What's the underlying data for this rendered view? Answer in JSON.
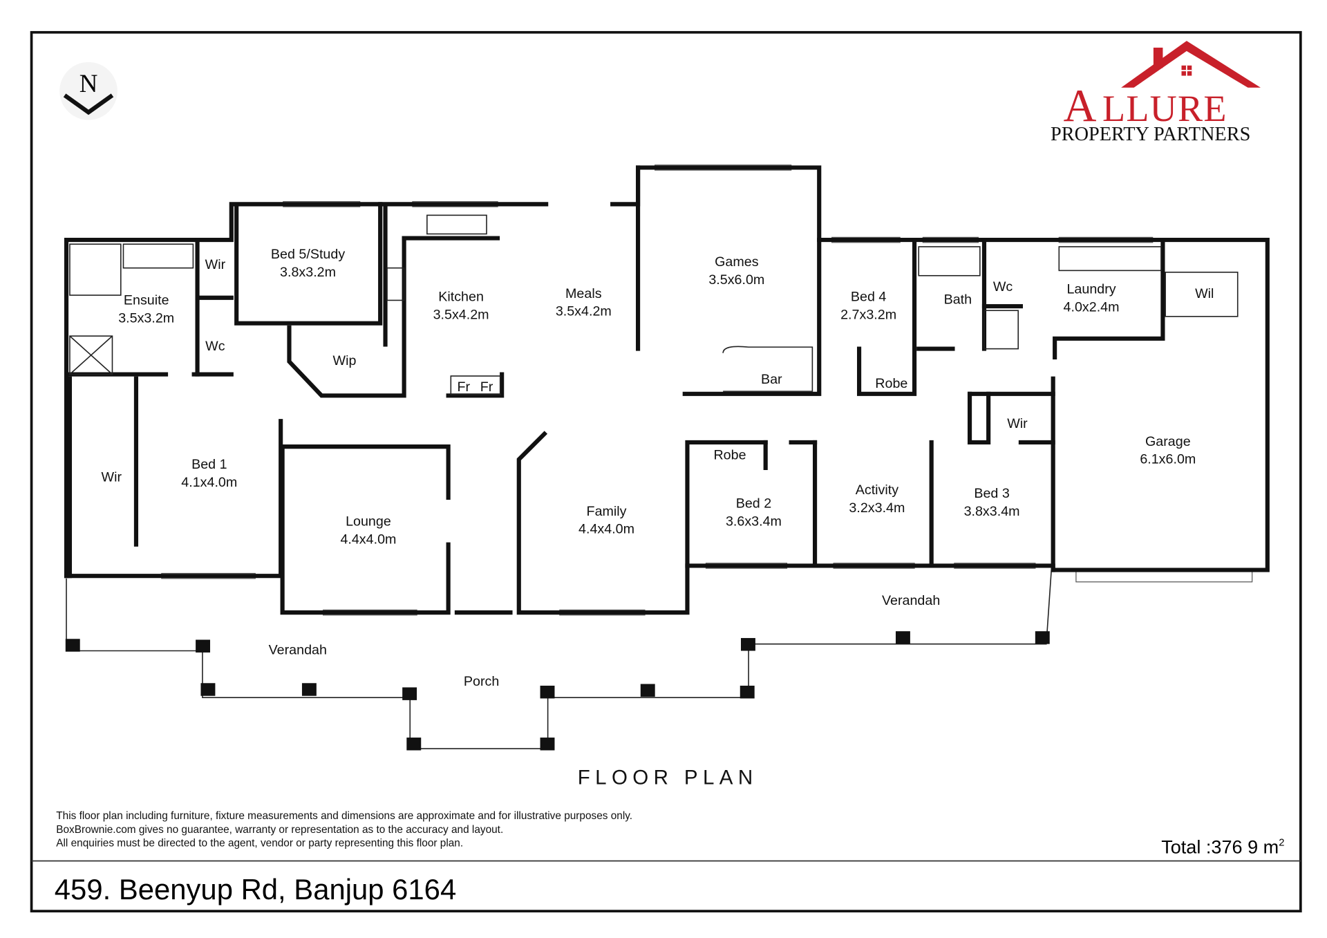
{
  "title": "FLOOR PLAN",
  "compass": "N",
  "logo": {
    "brand": "ALLURE",
    "sub": "PROPERTY PARTNERS",
    "color": "#c8202a"
  },
  "rooms": [
    {
      "name": "Ensuite",
      "dims": "3.5x3.2m"
    },
    {
      "name": "Wir",
      "dims": ""
    },
    {
      "name": "Bed 5/Study",
      "dims": "3.8x3.2m"
    },
    {
      "name": "Kitchen",
      "dims": "3.5x4.2m"
    },
    {
      "name": "Meals",
      "dims": "3.5x4.2m"
    },
    {
      "name": "Games",
      "dims": "3.5x6.0m"
    },
    {
      "name": "Bed 4",
      "dims": "2.7x3.2m"
    },
    {
      "name": "Bath",
      "dims": ""
    },
    {
      "name": "Wc",
      "dims": ""
    },
    {
      "name": "Laundry",
      "dims": "4.0x2.4m"
    },
    {
      "name": "Wil",
      "dims": ""
    },
    {
      "name": "Wc",
      "dims": ""
    },
    {
      "name": "Wip",
      "dims": ""
    },
    {
      "name": "Bar",
      "dims": ""
    },
    {
      "name": "Robe",
      "dims": ""
    },
    {
      "name": "Wir",
      "dims": ""
    },
    {
      "name": "Bed 1",
      "dims": "4.1x4.0m"
    },
    {
      "name": "Lounge",
      "dims": "4.4x4.0m"
    },
    {
      "name": "Family",
      "dims": "4.4x4.0m"
    },
    {
      "name": "Robe",
      "dims": ""
    },
    {
      "name": "Bed 2",
      "dims": "3.6x3.4m"
    },
    {
      "name": "Activity",
      "dims": "3.2x3.4m"
    },
    {
      "name": "Wir",
      "dims": ""
    },
    {
      "name": "Bed 3",
      "dims": "3.8x3.4m"
    },
    {
      "name": "Garage",
      "dims": "6.1x6.0m"
    },
    {
      "name": "Verandah",
      "dims": ""
    },
    {
      "name": "Verandah",
      "dims": ""
    },
    {
      "name": "Porch",
      "dims": ""
    }
  ],
  "fridge_labels": [
    "Fr",
    "Fr"
  ],
  "disclaimer": [
    "This floor plan including furniture, fixture measurements and dimensions are approximate and for illustrative purposes only.",
    "BoxBrownie.com gives no guarantee, warranty or representation as to the accuracy and layout.",
    "All enquiries must be directed to the agent, vendor or party representing this floor plan."
  ],
  "total": {
    "label": "Total :376 9 m",
    "sup": "2"
  },
  "address": "459. Beenyup Rd,  Banjup 6164"
}
